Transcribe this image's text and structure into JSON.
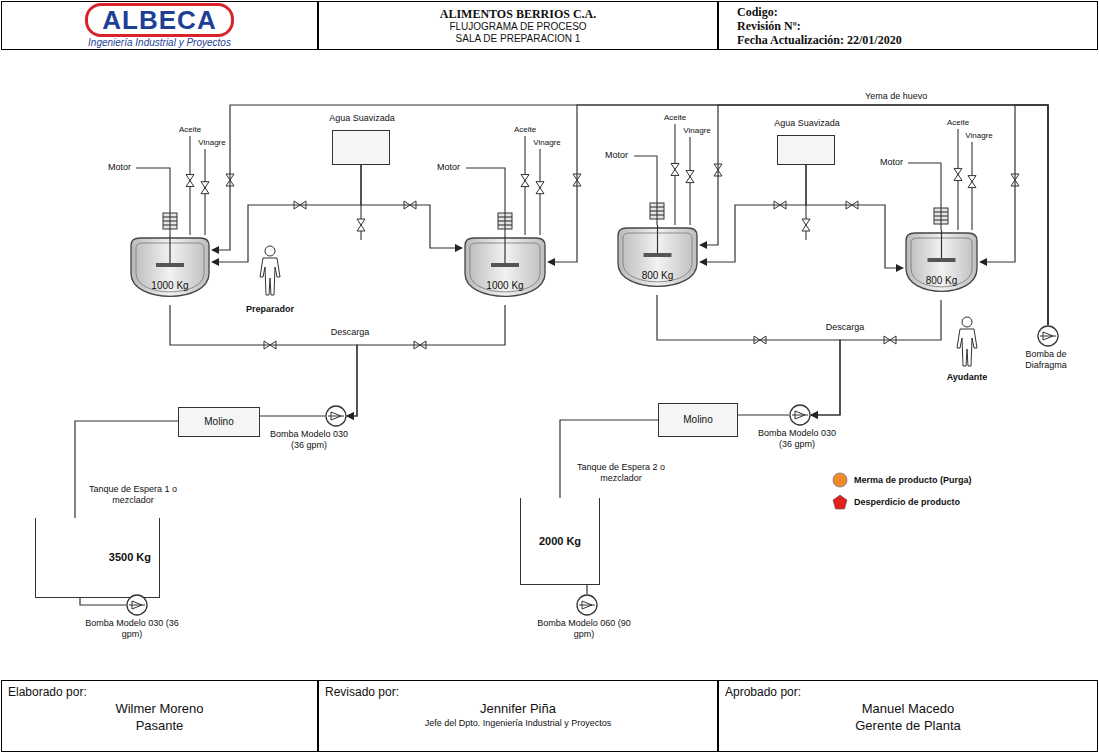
{
  "diagram": {
    "title": "ALIMENTOS BERRIOS C.A.",
    "nodes": [
      {
        "text": [
          "ALBECA",
          "Ingeniería Industrial y Proyectos"
        ]
      },
      {
        "text": [
          "FLUJOGRAMA DE PROCESO",
          "SALA DE PREPARACION 1"
        ]
      },
      {
        "text": [
          "Codigo:",
          "Revisión Nº:",
          "Fecha Actualización: 22/01/2020"
        ]
      },
      {
        "text": [
          "Agua Suavizada"
        ]
      },
      {
        "text": [
          "Agua Suavizada"
        ]
      },
      {
        "text": [
          "1000 Kg"
        ]
      },
      {
        "text": [
          "1000 Kg"
        ]
      },
      {
        "text": [
          "800 Kg"
        ]
      },
      {
        "text": [
          "800 Kg"
        ]
      },
      {
        "text": [
          "Bomba de Diafragma"
        ]
      },
      {
        "text": [
          "Molino"
        ]
      },
      {
        "text": [
          "Bomba Modelo 030 (36 gpm)"
        ]
      },
      {
        "text": [
          "Molino"
        ]
      },
      {
        "text": [
          "Bomba Modelo 030 (36 gpm)"
        ]
      },
      {
        "text": [
          "Tanque de Espera 1 o mezclador",
          "3500 Kg"
        ]
      },
      {
        "text": [
          "Tanque de Espera 2 o mezclador",
          "2000 Kg"
        ]
      },
      {
        "text": [
          "Bomba Modelo 030 (36 gpm)"
        ]
      },
      {
        "text": [
          "Bomba Modelo 060 (90 gpm)"
        ]
      },
      {
        "text": [
          "Elaborado por:",
          "Wilmer Moreno",
          "Pasante"
        ]
      },
      {
        "text": [
          "Revisado por:",
          "Jennifer Piña",
          "Jefe del Dpto. Ingeniería Industrial y Proyectos"
        ]
      },
      {
        "text": [
          "Aprobado por:",
          "Manuel Macedo",
          "Gerente de Planta"
        ]
      }
    ],
    "edges": [
      {
        "from": 5,
        "to": 11,
        "arrow": "to"
      },
      {
        "from": 6,
        "to": 11,
        "arrow": "to"
      },
      {
        "from": 11,
        "to": 10,
        "arrow": "none"
      },
      {
        "from": 10,
        "to": 14,
        "arrow": "none"
      },
      {
        "from": 14,
        "to": 16,
        "arrow": "none"
      },
      {
        "from": 7,
        "to": 13,
        "arrow": "to"
      },
      {
        "from": 8,
        "to": 13,
        "arrow": "to"
      },
      {
        "from": 13,
        "to": 12,
        "arrow": "none"
      },
      {
        "from": 12,
        "to": 15,
        "arrow": "none"
      },
      {
        "from": 15,
        "to": 17,
        "arrow": "none"
      },
      {
        "from": 3,
        "to": 5,
        "arrow": "to"
      },
      {
        "from": 3,
        "to": 6,
        "arrow": "to"
      },
      {
        "from": 4,
        "to": 7,
        "arrow": "to"
      },
      {
        "from": 4,
        "to": 8,
        "arrow": "to"
      },
      {
        "from": 9,
        "to": 5,
        "arrow": "to"
      },
      {
        "from": 9,
        "to": 6,
        "arrow": "to"
      },
      {
        "from": 9,
        "to": 7,
        "arrow": "to"
      },
      {
        "from": 9,
        "to": 8,
        "arrow": "to"
      }
    ],
    "labels": [
      "Motor",
      "Aceite",
      "Vinagre",
      "Motor",
      "Aceite",
      "Vinagre",
      "Motor",
      "Aceite",
      "Vinagre",
      "Motor",
      "Aceite",
      "Vinagre",
      "Yema de huevo",
      "Preparador",
      "Ayudante",
      "Descarga",
      "Descarga"
    ],
    "legend": [
      {
        "text": "Merma de producto (Purga)",
        "color": "#f08a2c"
      },
      {
        "text": "Desperdicio de producto",
        "color": "#e3211c"
      }
    ]
  }
}
